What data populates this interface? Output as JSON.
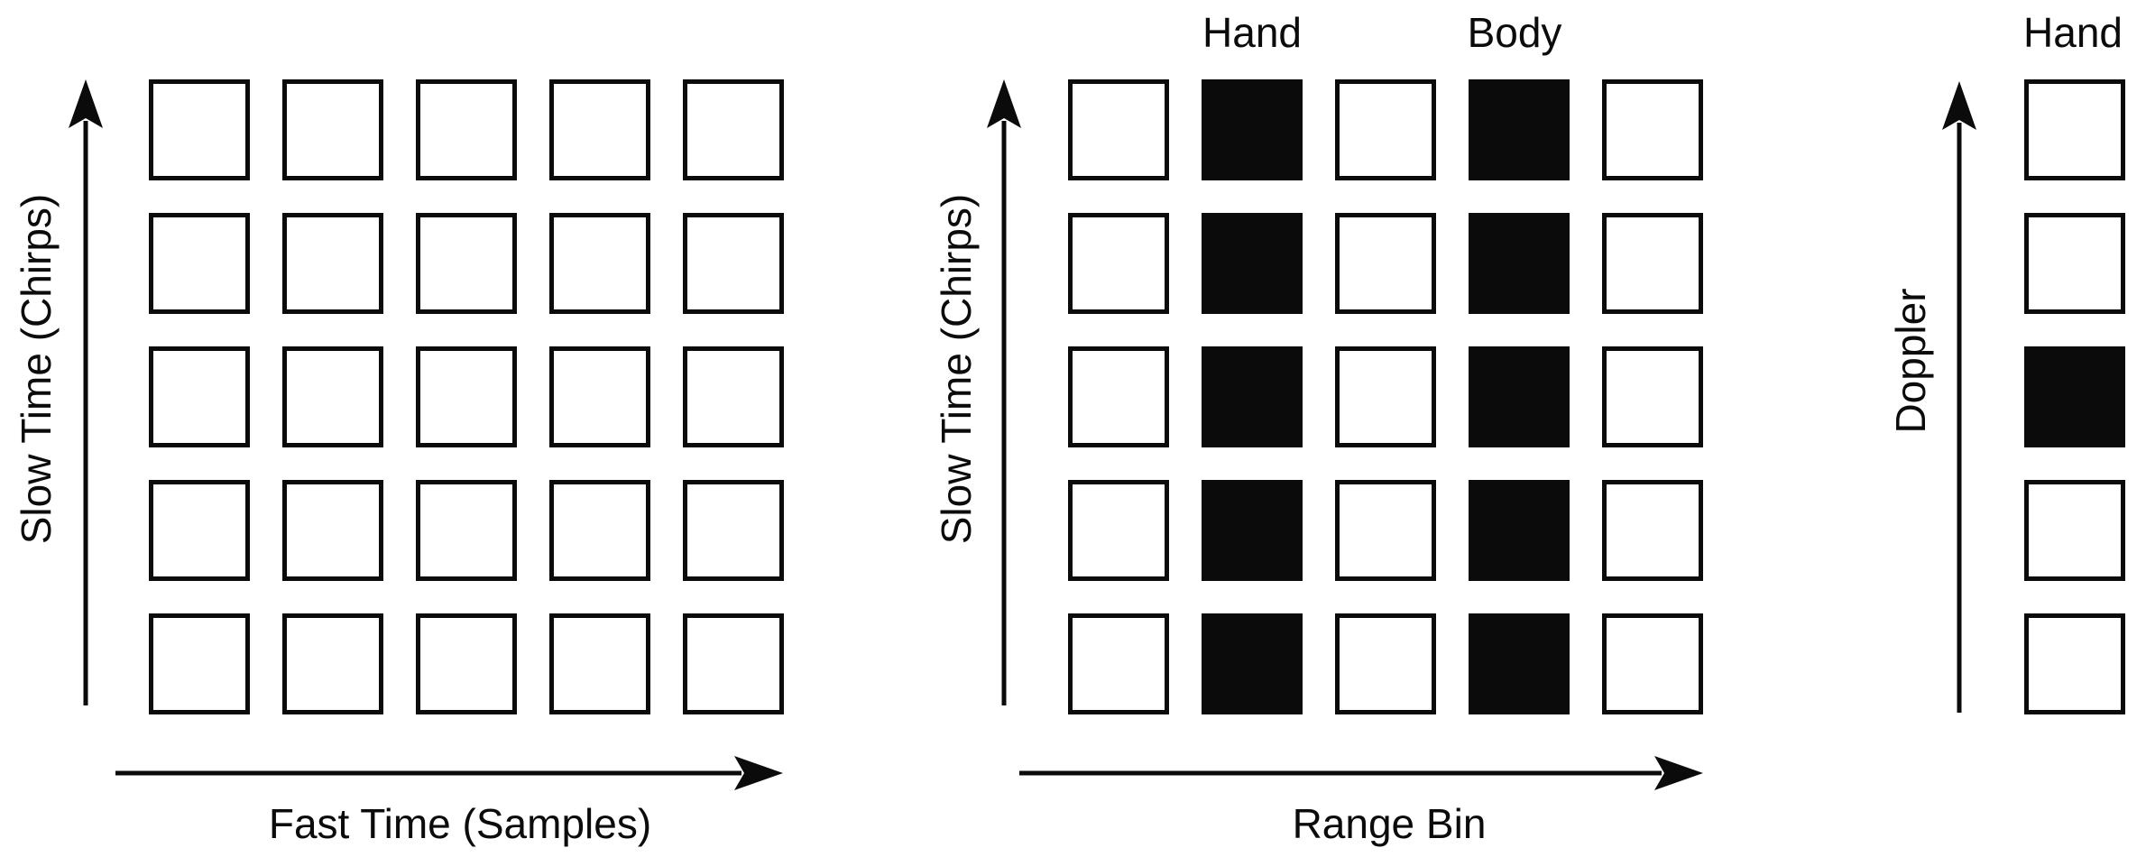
{
  "colors": {
    "ink": "#0b0b0b",
    "background": "#ffffff",
    "cell_empty_fill": "#ffffff",
    "cell_filled_fill": "#0b0b0b"
  },
  "panels": {
    "raw_data": {
      "y_axis": "Slow Time (Chirps)",
      "x_axis": "Fast Time (Samples)",
      "rows": 5,
      "cols": 5,
      "filled_columns": [],
      "filled_cells": []
    },
    "range_profiles": {
      "y_axis": "Slow Time (Chirps)",
      "x_axis": "Range Bin",
      "rows": 5,
      "cols": 5,
      "filled_columns": [
        1,
        3
      ],
      "filled_cells": [],
      "column_annotations": [
        {
          "label": "Hand",
          "col": 1
        },
        {
          "label": "Body",
          "col": 3
        }
      ]
    },
    "doppler_profile": {
      "y_axis": "Doppler",
      "column_annotation": "Hand",
      "rows": 5,
      "cols": 1,
      "filled_columns": [],
      "filled_cells": [
        [
          2,
          0
        ]
      ]
    }
  }
}
